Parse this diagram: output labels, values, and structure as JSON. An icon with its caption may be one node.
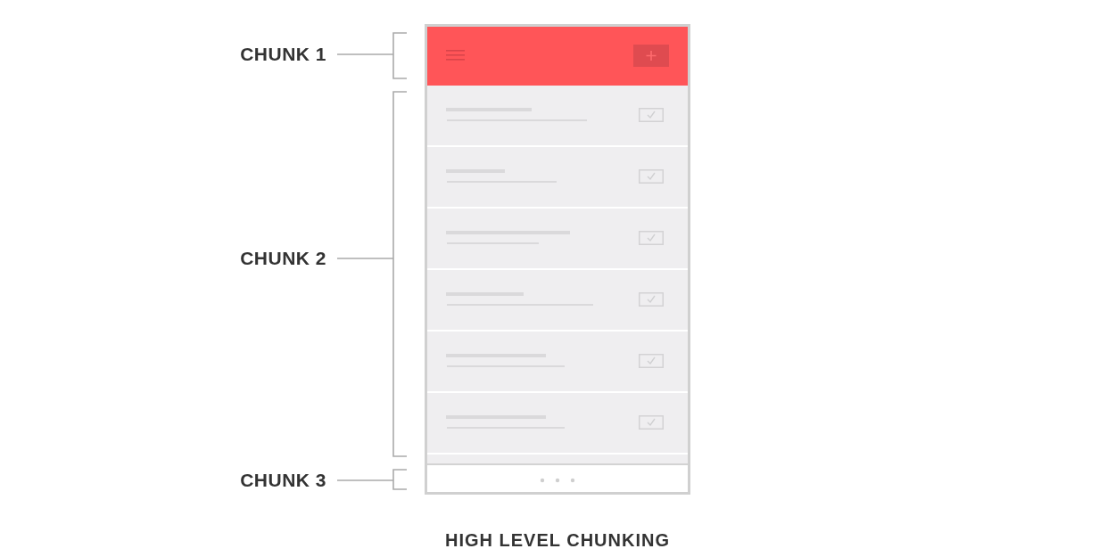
{
  "diagram": {
    "caption": "HIGH LEVEL CHUNKING",
    "nodes": [
      {
        "text": [
          "CHUNK 1"
        ]
      },
      {
        "text": [
          "CHUNK 2"
        ]
      },
      {
        "text": [
          "CHUNK 3"
        ]
      },
      {
        "text": [],
        "shape": "bar"
      },
      {
        "text": [],
        "shape": "box"
      },
      {
        "text": [],
        "shape": "bar"
      }
    ],
    "edges": [
      {
        "from": 0,
        "to": 3,
        "arrow": "none"
      },
      {
        "from": 1,
        "to": 4,
        "arrow": "none"
      },
      {
        "from": 2,
        "to": 5,
        "arrow": "none"
      }
    ]
  }
}
